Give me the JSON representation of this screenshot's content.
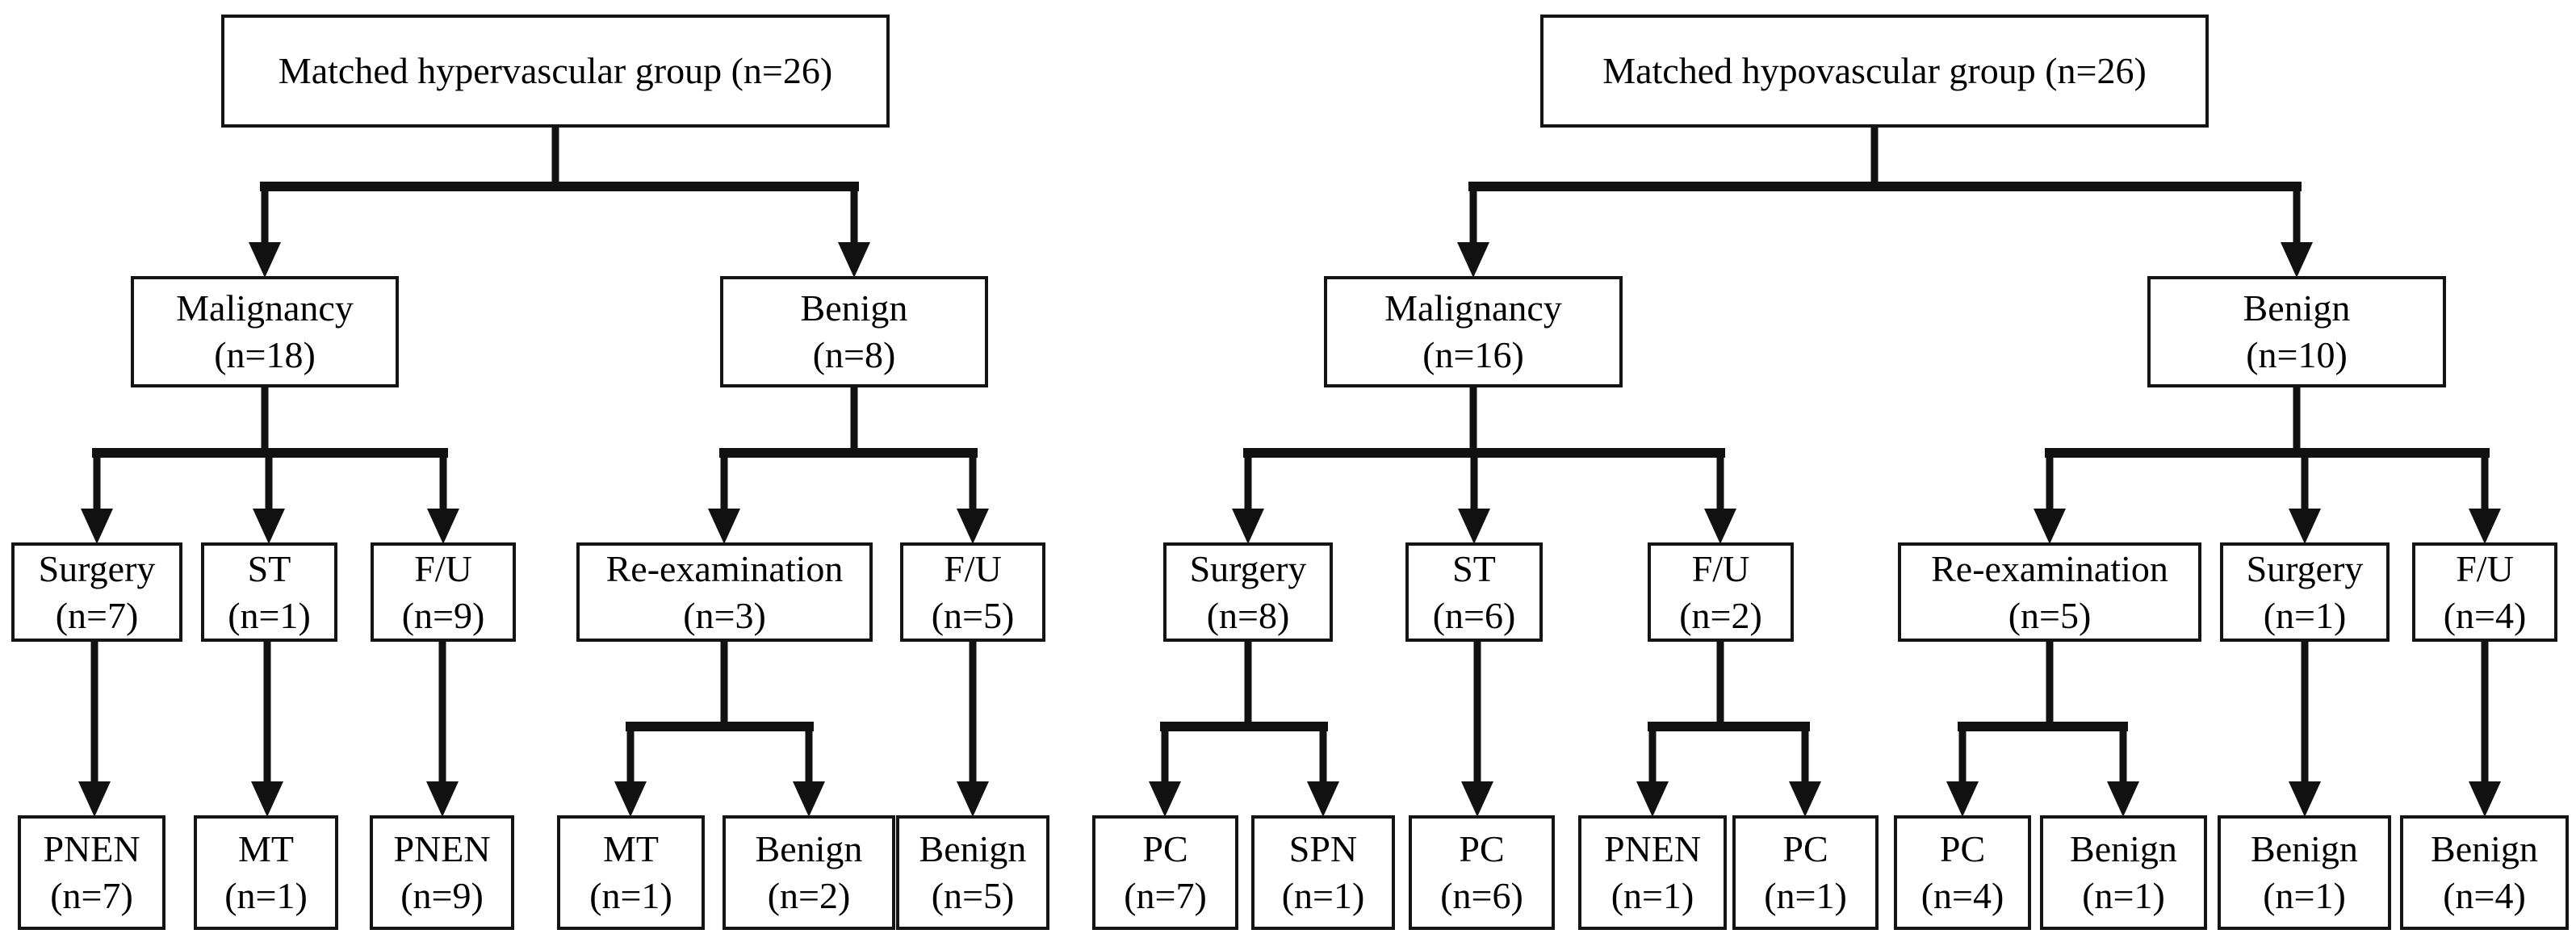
{
  "colors": {
    "background": "#ffffff",
    "line": "#111111",
    "box_border": "#141414",
    "text": "#000000"
  },
  "diagram": {
    "left": {
      "root": {
        "label": "Matched hypervascular group (n=26)"
      },
      "nodes": {
        "malignancy": {
          "name": "Malignancy",
          "n": "(n=18)"
        },
        "benign": {
          "name": "Benign",
          "n": "(n=8)"
        },
        "surgery": {
          "name": "Surgery",
          "n": "(n=7)"
        },
        "st": {
          "name": "ST",
          "n": "(n=1)"
        },
        "fu_malignancy": {
          "name": "F/U",
          "n": "(n=9)"
        },
        "reexamination": {
          "name": "Re-examination",
          "n": "(n=3)"
        },
        "fu_benign": {
          "name": "F/U",
          "n": "(n=5)"
        },
        "pnen_surgery": {
          "name": "PNEN",
          "n": "(n=7)"
        },
        "mt_st": {
          "name": "MT",
          "n": "(n=1)"
        },
        "pnen_fu": {
          "name": "PNEN",
          "n": "(n=9)"
        },
        "mt_reexam": {
          "name": "MT",
          "n": "(n=1)"
        },
        "benign_reexam": {
          "name": "Benign",
          "n": "(n=2)"
        },
        "benign_fu": {
          "name": "Benign",
          "n": "(n=5)"
        }
      },
      "edges": [
        [
          "root",
          "malignancy"
        ],
        [
          "root",
          "benign"
        ],
        [
          "malignancy",
          "surgery"
        ],
        [
          "malignancy",
          "st"
        ],
        [
          "malignancy",
          "fu_malignancy"
        ],
        [
          "benign",
          "reexamination"
        ],
        [
          "benign",
          "fu_benign"
        ],
        [
          "surgery",
          "pnen_surgery"
        ],
        [
          "st",
          "mt_st"
        ],
        [
          "fu_malignancy",
          "pnen_fu"
        ],
        [
          "reexamination",
          "mt_reexam"
        ],
        [
          "reexamination",
          "benign_reexam"
        ],
        [
          "fu_benign",
          "benign_fu"
        ]
      ]
    },
    "right": {
      "root": {
        "label": "Matched hypovascular group (n=26)"
      },
      "nodes": {
        "malignancy": {
          "name": "Malignancy",
          "n": "(n=16)"
        },
        "benign": {
          "name": "Benign",
          "n": "(n=10)"
        },
        "surgery_malignancy": {
          "name": "Surgery",
          "n": "(n=8)"
        },
        "st": {
          "name": "ST",
          "n": "(n=6)"
        },
        "fu_malignancy": {
          "name": "F/U",
          "n": "(n=2)"
        },
        "reexamination": {
          "name": "Re-examination",
          "n": "(n=5)"
        },
        "surgery_benign": {
          "name": "Surgery",
          "n": "(n=1)"
        },
        "fu_benign": {
          "name": "F/U",
          "n": "(n=4)"
        },
        "pc_surgery": {
          "name": "PC",
          "n": "(n=7)"
        },
        "spn_surgery": {
          "name": "SPN",
          "n": "(n=1)"
        },
        "pc_st": {
          "name": "PC",
          "n": "(n=6)"
        },
        "pnen_fu": {
          "name": "PNEN",
          "n": "(n=1)"
        },
        "pc_fu": {
          "name": "PC",
          "n": "(n=1)"
        },
        "pc_reexam": {
          "name": "PC",
          "n": "(n=4)"
        },
        "benign_reexam": {
          "name": "Benign",
          "n": "(n=1)"
        },
        "benign_surgery": {
          "name": "Benign",
          "n": "(n=1)"
        },
        "benign_fu": {
          "name": "Benign",
          "n": "(n=4)"
        }
      },
      "edges": [
        [
          "root",
          "malignancy"
        ],
        [
          "root",
          "benign"
        ],
        [
          "malignancy",
          "surgery_malignancy"
        ],
        [
          "malignancy",
          "st"
        ],
        [
          "malignancy",
          "fu_malignancy"
        ],
        [
          "benign",
          "reexamination"
        ],
        [
          "benign",
          "surgery_benign"
        ],
        [
          "benign",
          "fu_benign"
        ],
        [
          "surgery_malignancy",
          "pc_surgery"
        ],
        [
          "surgery_malignancy",
          "spn_surgery"
        ],
        [
          "st",
          "pc_st"
        ],
        [
          "fu_malignancy",
          "pnen_fu"
        ],
        [
          "fu_malignancy",
          "pc_fu"
        ],
        [
          "reexamination",
          "pc_reexam"
        ],
        [
          "reexamination",
          "benign_reexam"
        ],
        [
          "surgery_benign",
          "benign_surgery"
        ],
        [
          "fu_benign",
          "benign_fu"
        ]
      ]
    }
  }
}
